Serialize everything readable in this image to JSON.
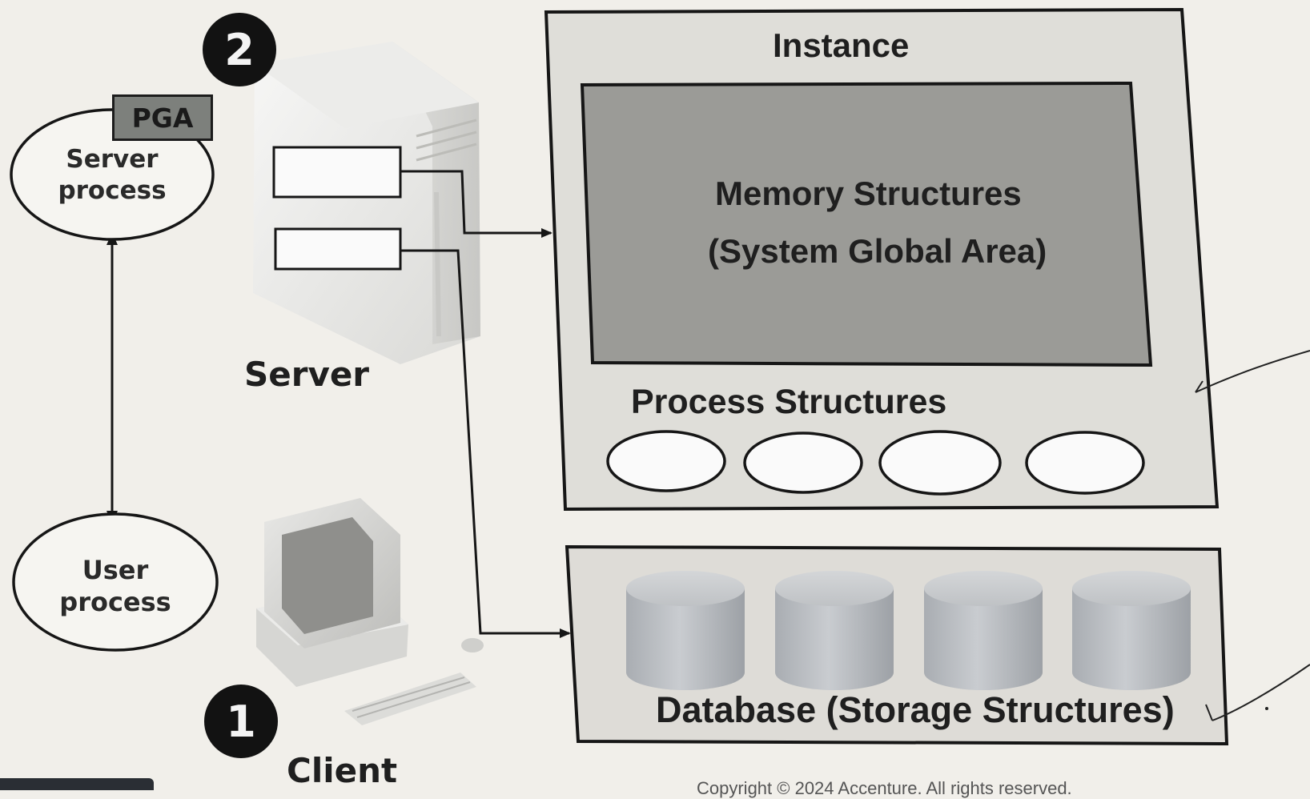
{
  "badges": {
    "server_step": "2",
    "client_step": "1"
  },
  "pga_label": "PGA",
  "server_process": {
    "line1": "Server",
    "line2": "process"
  },
  "user_process": {
    "line1": "User",
    "line2": "process"
  },
  "server_label": "Server",
  "client_label": "Client",
  "instance": {
    "title": "Instance",
    "memory_line1": "Memory Structures",
    "memory_line2": "(System Global Area)",
    "process_title": "Process Structures"
  },
  "database": {
    "title": "Database (Storage Structures)"
  },
  "copyright": "Copyright © 2024 Accenture. All rights reserved.",
  "colors": {
    "page_background": "#f1efea",
    "instance_fill": "#dfded9",
    "sga_fill": "#9b9b97",
    "pga_fill": "#7d807c",
    "outline": "#161616",
    "disk_fill": "#b9bcbf"
  }
}
